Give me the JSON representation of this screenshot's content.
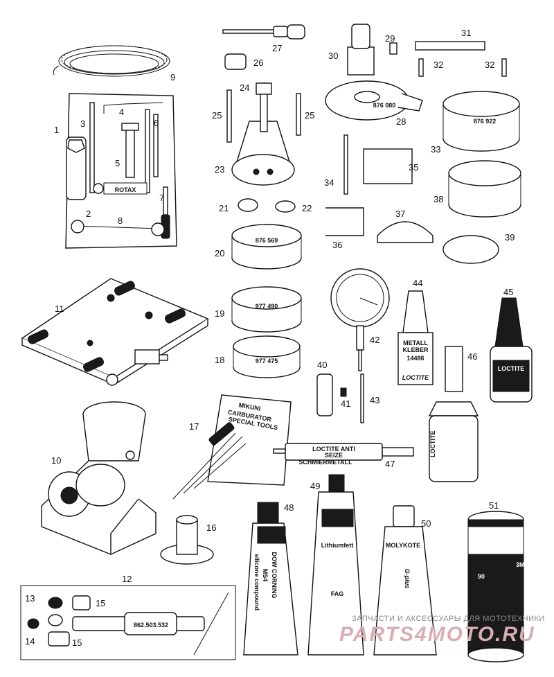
{
  "callouts": {
    "n1": "1",
    "n2": "2",
    "n3": "3",
    "n4": "4",
    "n5": "5",
    "n6": "6",
    "n7": "7",
    "n8": "8",
    "n9": "9",
    "n10": "10",
    "n11": "11",
    "n12": "12",
    "n13": "13",
    "n14": "14",
    "n15a": "15",
    "n15b": "15",
    "n16": "16",
    "n17": "17",
    "n18": "18",
    "n19": "19",
    "n20": "20",
    "n21": "21",
    "n22": "22",
    "n23": "23",
    "n24": "24",
    "n25a": "25",
    "n25b": "25",
    "n26": "26",
    "n27": "27",
    "n28": "28",
    "n29": "29",
    "n30": "30",
    "n31": "31",
    "n32a": "32",
    "n32b": "32",
    "n33": "33",
    "n34": "34",
    "n35": "35",
    "n36": "36",
    "n37": "37",
    "n38": "38",
    "n39": "39",
    "n40": "40",
    "n41": "41",
    "n42": "42",
    "n43": "43",
    "n44": "44",
    "n45": "45",
    "n46": "46",
    "n47": "47",
    "n48": "48",
    "n49": "49",
    "n50": "50",
    "n51": "51"
  },
  "labels": {
    "rotax": "ROTAX",
    "ring33": "876 922",
    "ring20": "876 569",
    "ring19": "977 490",
    "ring18": "977 475",
    "plate28": "876 080",
    "mikuni1": "MIKUNI",
    "mikuni2": "CARBURATOR",
    "mikuni3": "SPECIAL TOOLS",
    "tool12": "862.503.532",
    "loctite44a": "METALL",
    "loctite44b": "KLEBER",
    "loctite44c": "14486",
    "loctite44d": "LOCTITE",
    "loctite45": "LOCTITE",
    "loctite46": "LOCTITE",
    "syringe1": "LOCTITE ANTI",
    "syringe2": "SEIZE",
    "syringe3": "SCHMIERMETALL",
    "tube48a": "DOW CORNING",
    "tube48b": "MS4",
    "tube48c": "silicone compound",
    "tube49a": "Lithiumfett",
    "tube49b": "FAG",
    "tube50": "MOLYKOTE",
    "tube50b": "G-plus",
    "can51a": "3M",
    "can51b": "90"
  },
  "watermark": {
    "line1": "ЗАПЧАСТИ И АКСЕССУАРЫ ДЛЯ МОТОТЕХНИКИ",
    "line2": "PARTS4MOTO.RU"
  }
}
